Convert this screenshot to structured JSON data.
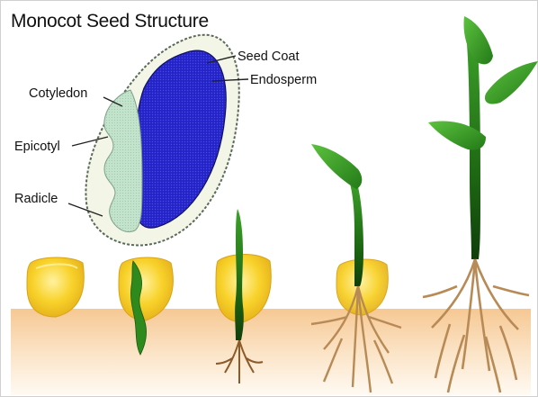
{
  "title": "Monocot Seed Structure",
  "labels": {
    "seed_coat": "Seed Coat",
    "endosperm": "Endosperm",
    "cotyledon": "Cotyledon",
    "epicotyl": "Epicotyl",
    "radicle": "Radicle"
  },
  "colors": {
    "endosperm": "#2323c8",
    "embryo": "#bfe0c8",
    "seed_coat": "#f3f5e6",
    "kernel": "#f6cf1c",
    "soil_top": "#f6c893",
    "soil_bottom": "#fffaf3",
    "shoot": "#2f8a1e",
    "root": "#b78a56"
  }
}
